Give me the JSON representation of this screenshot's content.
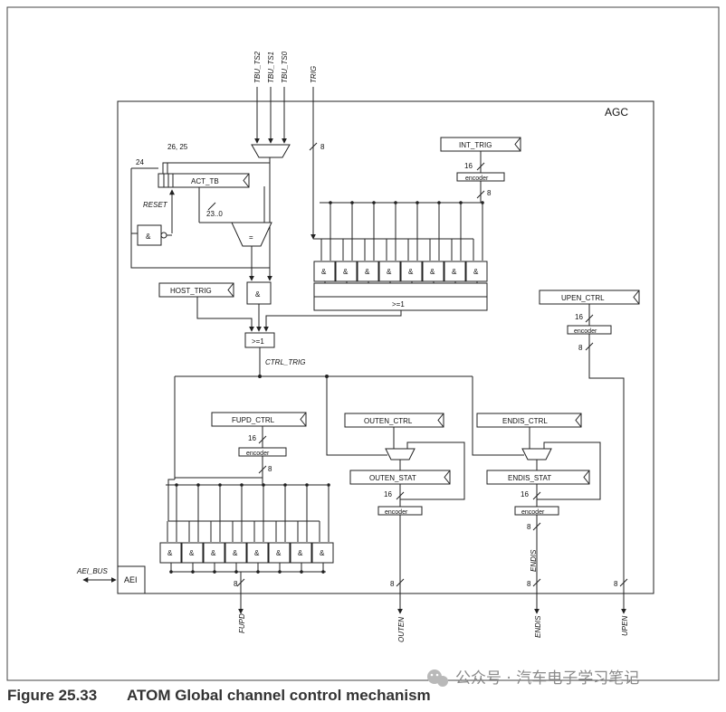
{
  "figure": {
    "number": "Figure 25.33",
    "title": "ATOM Global channel control mechanism"
  },
  "watermark": "公众号 · 汽车电子学习笔记",
  "labels": {
    "agc": "AGC",
    "aei": "AEI",
    "aei_bus": "AEI_BUS",
    "tbu_ts2": "TBU_TS2",
    "tbu_ts1": "TBU_TS1",
    "tbu_ts0": "TBU_TS0",
    "trig": "TRIG",
    "act_tb": "ACT_TB",
    "int_trig": "INT_TRIG",
    "host_trig": "HOST_TRIG",
    "upen_ctrl": "UPEN_CTRL",
    "fupd_ctrl": "FUPD_CTRL",
    "outen_ctrl": "OUTEN_CTRL",
    "endis_ctrl": "ENDIS_CTRL",
    "outen_stat": "OUTEN_STAT",
    "endis_stat": "ENDIS_STAT",
    "ctrl_trig": "CTRL_TRIG",
    "reset": "RESET",
    "encoder": "encoder",
    "and": "&",
    "or": ">=1",
    "eq": "=",
    "bits_26_25": "26, 25",
    "bits_24": "24",
    "bits_23_0": "23..0",
    "w8": "8",
    "w16": "16",
    "out_fupd": "FUPD",
    "out_outen": "OUTEN",
    "out_endis": "ENDIS",
    "out_upen": "UPEN",
    "endis_mid": "ENDIS"
  }
}
